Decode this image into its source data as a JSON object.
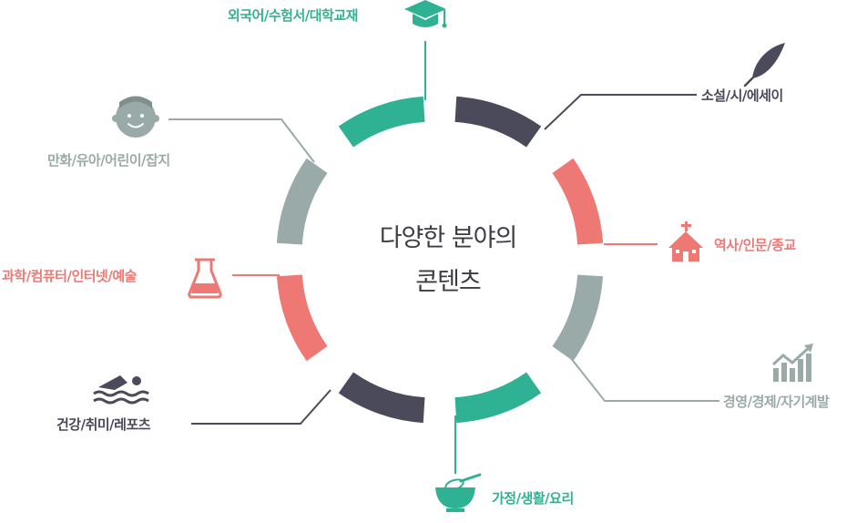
{
  "center": {
    "line1": "다양한 분야의",
    "line2": "콘텐츠"
  },
  "colors": {
    "teal": "#2fb293",
    "dark": "#4a4a5a",
    "coral": "#ee7874",
    "gray": "#9aaaa8"
  },
  "categories": [
    {
      "id": "languages",
      "label": "외국어/수험서/대학교재",
      "color": "#2fb293",
      "icon": "graduation-cap-icon"
    },
    {
      "id": "novels",
      "label": "소설/시/에세이",
      "color": "#4a4a5a",
      "icon": "feather-quill-icon"
    },
    {
      "id": "history",
      "label": "역사/인문/종교",
      "color": "#ee7874",
      "icon": "church-icon"
    },
    {
      "id": "business",
      "label": "경영/경제/자기계발",
      "color": "#9aaaa8",
      "icon": "growth-chart-icon"
    },
    {
      "id": "home",
      "label": "가정/생활/요리",
      "color": "#2fb293",
      "icon": "mixing-bowl-whisk-icon"
    },
    {
      "id": "hobby",
      "label": "건강/취미/레포츠",
      "color": "#4a4a5a",
      "icon": "swimmer-icon"
    },
    {
      "id": "science",
      "label": "과학/컴퓨터/인터넷/예술",
      "color": "#ee7874",
      "icon": "flask-icon"
    },
    {
      "id": "comics",
      "label": "만화/유아/어린이/잡지",
      "color": "#9aaaa8",
      "icon": "child-face-icon"
    }
  ]
}
